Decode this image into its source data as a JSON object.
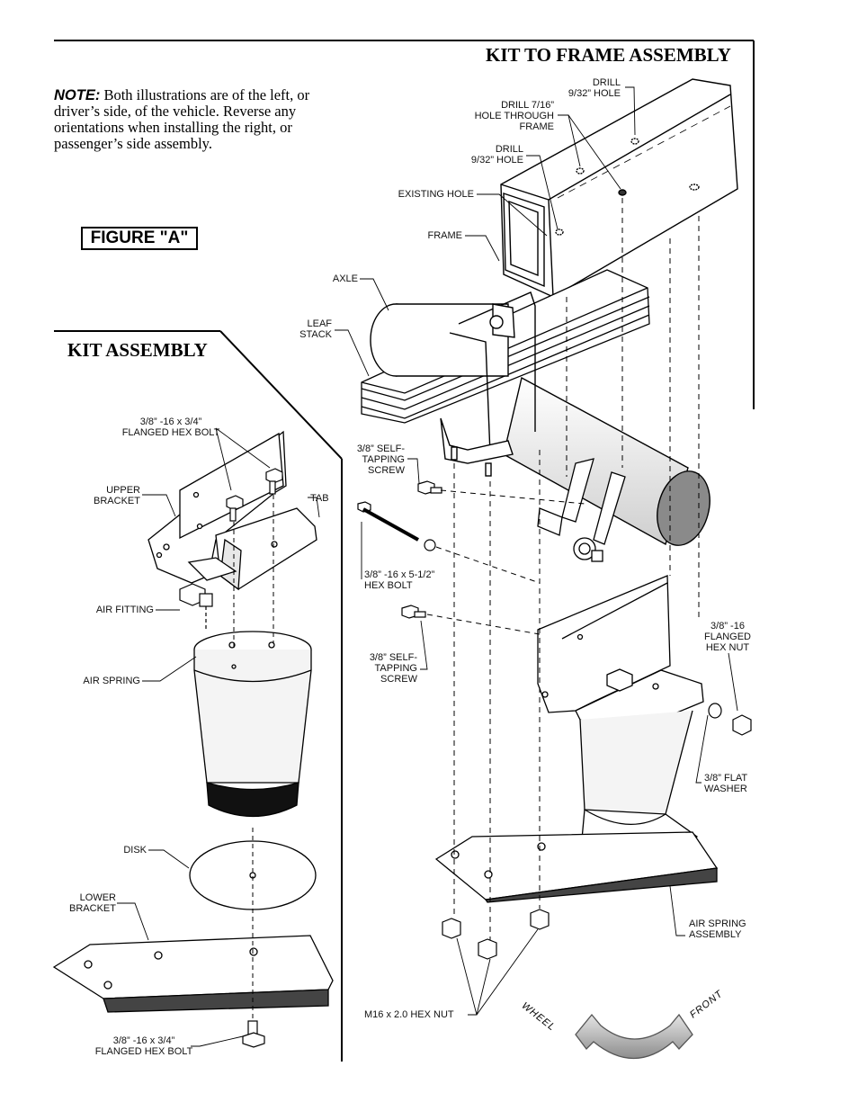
{
  "header": {
    "kit_to_frame_title": "KIT TO FRAME ASSEMBLY",
    "kit_assembly_title": "KIT ASSEMBLY",
    "figure_label": "FIGURE \"A\""
  },
  "note": {
    "prefix": "NOTE:",
    "text": "Both illustrations are of the left, or driver’s side, of the vehicle.  Reverse any orientations when installing the right, or passenger’s side assembly."
  },
  "kit_assembly_labels": {
    "flanged_bolt_top": "3/8” -16 x 3/4”\nFLANGED HEX BOLT",
    "upper_bracket": "UPPER\nBRACKET",
    "tab": "TAB",
    "air_fitting": "AIR FITTING",
    "air_spring": "AIR SPRING",
    "disk": "DISK",
    "lower_bracket": "LOWER\nBRACKET",
    "flanged_bolt_bottom": "3/8” -16 x 3/4”\nFLANGED HEX BOLT"
  },
  "frame_assembly_labels": {
    "drill_932_top": "DRILL\n9/32” HOLE",
    "drill_716": "DRILL 7/16”\nHOLE THROUGH\nFRAME",
    "drill_932_mid": "DRILL\n9/32” HOLE",
    "existing_hole": "EXISTING HOLE",
    "frame": "FRAME",
    "axle": "AXLE",
    "leaf_stack": "LEAF\nSTACK",
    "self_tapping_top": "3/8” SELF-\nTAPPING\nSCREW",
    "hex_bolt": "3/8” -16 x 5-1/2”\nHEX BOLT",
    "self_tapping_bottom": "3/8” SELF-\nTAPPING\nSCREW",
    "flanged_hex_nut": "3/8” -16\nFLANGED\nHEX NUT",
    "flat_washer": "3/8” FLAT\nWASHER",
    "air_spring_assembly": "AIR SPRING\nASSEMBLY",
    "hex_nut_m16": "M16 x 2.0 HEX NUT",
    "wheel": "WHEEL",
    "front": "FRONT"
  },
  "colors": {
    "line": "#000000",
    "shade": "#9a9a9a",
    "light_shade": "#d8d8d8",
    "arrow_fill": "#c9c9c9"
  }
}
